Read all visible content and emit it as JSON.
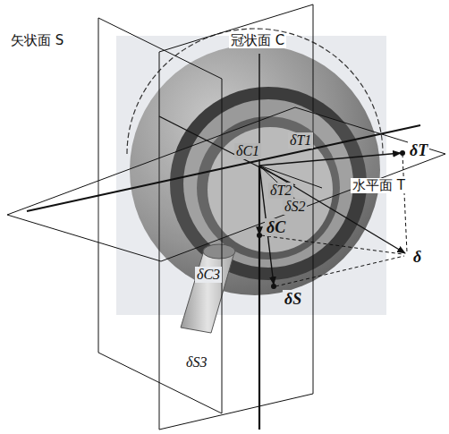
{
  "diagram": {
    "labels": [
      "矢状面 S",
      "冠状面 C",
      "水平面 T",
      "δT1",
      "δC1",
      "δT",
      "δT2",
      "δS2",
      "δC",
      "δ",
      "δC3",
      "δS",
      "δS3"
    ]
  }
}
